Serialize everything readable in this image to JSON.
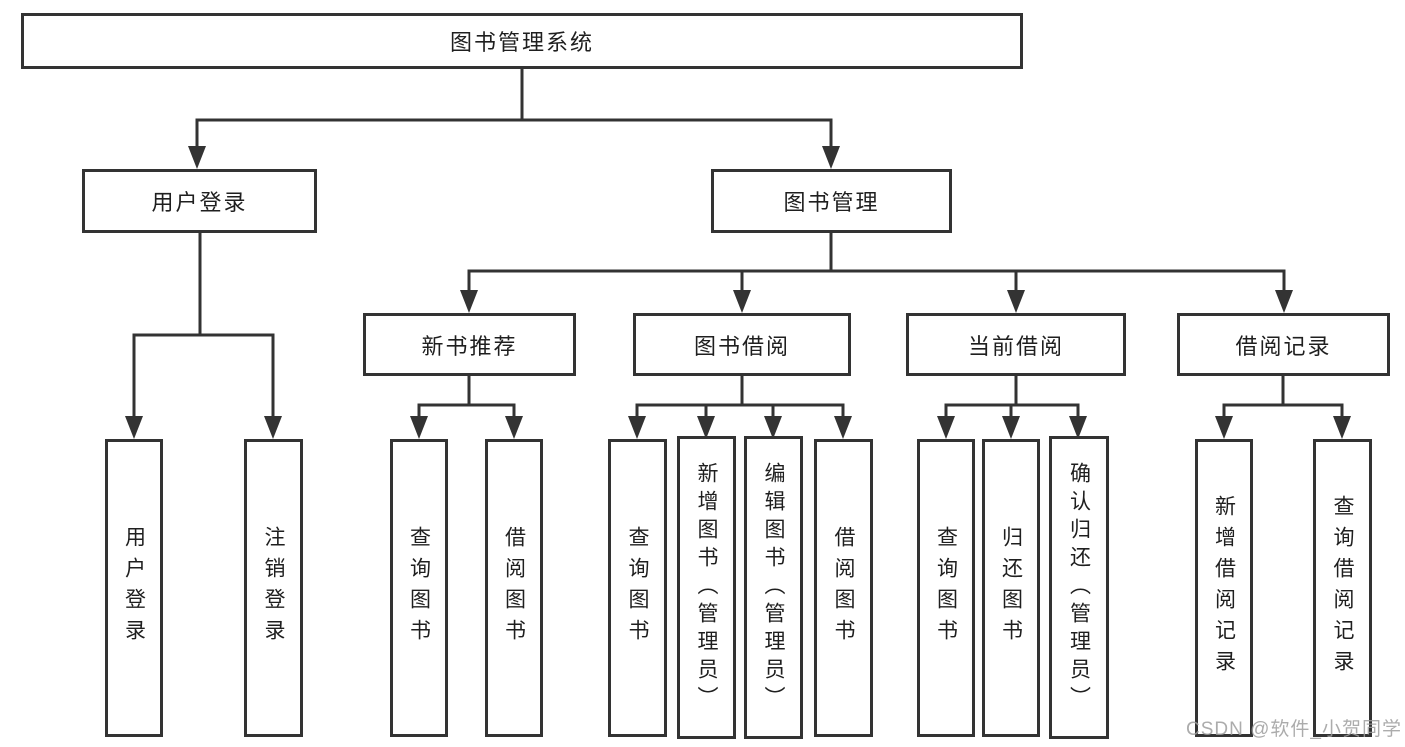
{
  "colors": {
    "line": "#333333",
    "text": "#1f1f1f",
    "box_background": "#ffffff",
    "watermark": "#9e9e9e",
    "background": "#ffffff"
  },
  "tree": {
    "root": {
      "label": "图书管理系统"
    },
    "branches": [
      {
        "label": "用户登录",
        "children": [
          {
            "label": "用户登录"
          },
          {
            "label": "注销登录"
          }
        ]
      },
      {
        "label": "图书管理",
        "children": [
          {
            "label": "新书推荐",
            "children": [
              {
                "label": "查询图书"
              },
              {
                "label": "借阅图书"
              }
            ]
          },
          {
            "label": "图书借阅",
            "children": [
              {
                "label": "查询图书"
              },
              {
                "label": "新增图书（管理员）"
              },
              {
                "label": "编辑图书（管理员）"
              },
              {
                "label": "借阅图书"
              }
            ]
          },
          {
            "label": "当前借阅",
            "children": [
              {
                "label": "查询图书"
              },
              {
                "label": "归还图书"
              },
              {
                "label": "确认归还（管理员）"
              }
            ]
          },
          {
            "label": "借阅记录",
            "children": [
              {
                "label": "新增借阅记录"
              },
              {
                "label": "查询借阅记录"
              }
            ]
          }
        ]
      }
    ]
  },
  "watermark": "CSDN @软件_小贺同学"
}
